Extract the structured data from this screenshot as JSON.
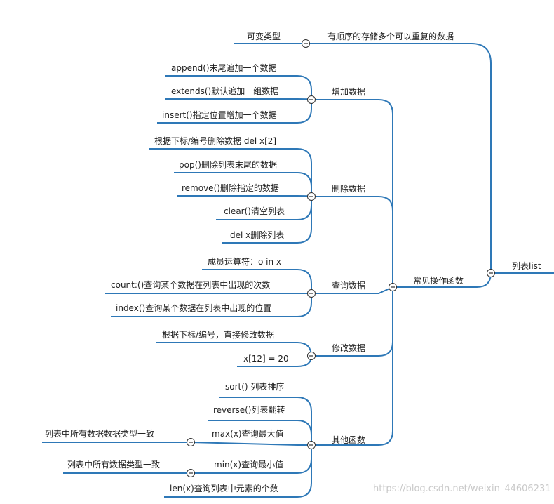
{
  "colors": {
    "edge": "#2e78b7",
    "text": "#1f1f1f",
    "watermark": "#c9c9c9"
  },
  "root": {
    "label": "列表list"
  },
  "branches": {
    "mutable": {
      "label": "有顺序的存储多个可以重复的数据",
      "children": [
        "可变类型"
      ]
    },
    "ops": {
      "label": "常见操作函数",
      "add": {
        "label": "增加数据",
        "children": [
          "append()末尾追加一个数据",
          "extends()默认追加一组数据",
          "insert()指定位置增加一个数据"
        ]
      },
      "del": {
        "label": "删除数据",
        "children": [
          "根据下标/编号删除数据 del x[2]",
          "pop()删除列表末尾的数据",
          "remove()删除指定的数据",
          "clear()清空列表",
          "del x删除列表"
        ]
      },
      "query": {
        "label": "查询数据",
        "children": [
          "成员运算符：o in x",
          "count:()查询某个数据在列表中出现的次数",
          "index()查询某个数据在列表中出现的位置"
        ]
      },
      "modify": {
        "label": "修改数据",
        "children": [
          "根据下标/编号，直接修改数据",
          "x[12] = 20"
        ]
      },
      "other": {
        "label": "其他函数",
        "children": [
          "sort() 列表排序",
          "reverse()列表翻转",
          "max(x)查询最大值",
          "min(x)查询最小值",
          "len(x)查询列表中元素的个数"
        ],
        "max_note": "列表中所有数据数据类型一致",
        "min_note": "列表中所有数据类型一致"
      }
    }
  },
  "watermark": "https://blog.csdn.net/weixin_44606231"
}
